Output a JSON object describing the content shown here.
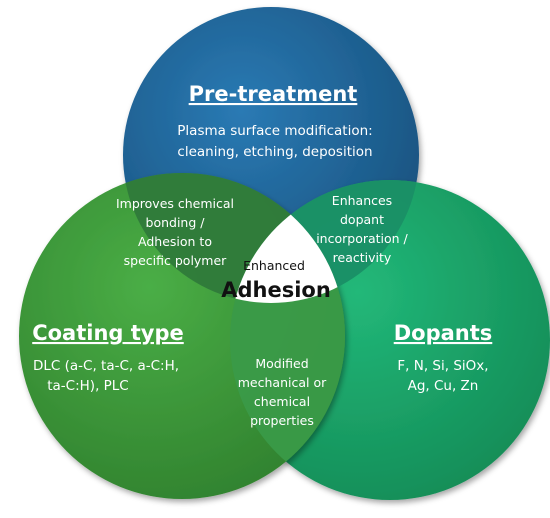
{
  "colors": {
    "pretreatment": "#1e6496",
    "coating": "#3f9c3c",
    "dopants": "#19a86a",
    "center": "#ffffff",
    "text_light": "#ffffff",
    "text_dark": "#111111"
  },
  "sets": {
    "pretreatment": {
      "title": "Pre-treatment",
      "lines": [
        "Plasma surface modification:",
        "cleaning, etching, deposition"
      ]
    },
    "coating": {
      "title": "Coating type",
      "lines": [
        "DLC (a-C, ta-C, a-C:H,",
        "ta-C:H), PLC"
      ]
    },
    "dopants": {
      "title": "Dopants",
      "lines": [
        "F, N, Si, SiOx,",
        "Ag, Cu, Zn"
      ]
    }
  },
  "overlaps": {
    "pretreatment_coating": {
      "lines": [
        "Improves chemical",
        "bonding /",
        "Adhesion to",
        "specific polymer"
      ]
    },
    "pretreatment_dopants": {
      "lines": [
        "Enhances",
        "dopant",
        "incorporation /",
        "reactivity"
      ]
    },
    "coating_dopants": {
      "lines": [
        "Modified",
        "mechanical or",
        "chemical",
        "properties"
      ]
    }
  },
  "center": {
    "small": "Enhanced",
    "big": "Adhesion"
  }
}
